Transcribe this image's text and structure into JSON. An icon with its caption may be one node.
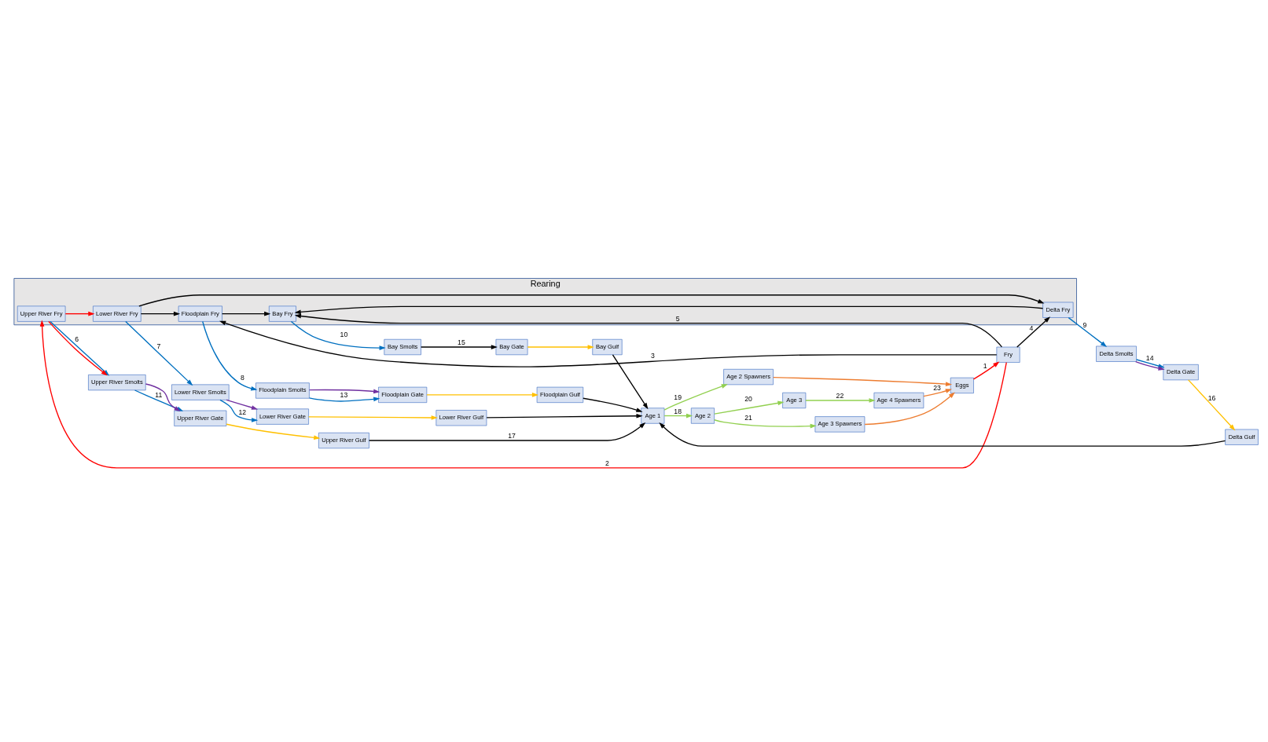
{
  "diagram": {
    "nodes": [
      {
        "text": [
          "Rearing"
        ]
      },
      {
        "text": [
          "Upper River Fry"
        ],
        "in": 0
      },
      {
        "text": [
          "Lower River Fry"
        ],
        "in": 0
      },
      {
        "text": [
          "Floodplain Fry"
        ],
        "in": 0
      },
      {
        "text": [
          "Delta Fry"
        ],
        "in": 0
      },
      {
        "text": [
          "Bay Fry"
        ],
        "in": 0
      },
      {
        "text": [
          "Fry"
        ]
      },
      {
        "text": [
          "Eggs"
        ]
      },
      {
        "text": [
          "Upper River Smolts"
        ]
      },
      {
        "text": [
          "Lower River Smolts"
        ]
      },
      {
        "text": [
          "Floodplain Smolts"
        ]
      },
      {
        "text": [
          "Delta Smolts"
        ]
      },
      {
        "text": [
          "Bay Smolts"
        ]
      },
      {
        "text": [
          "Upper River Gate"
        ]
      },
      {
        "text": [
          "Lower River Gate"
        ]
      },
      {
        "text": [
          "Floodplain Gate"
        ]
      },
      {
        "text": [
          "Delta Gate"
        ]
      },
      {
        "text": [
          "Bay Gate"
        ]
      },
      {
        "text": [
          "Upper River Gulf"
        ]
      },
      {
        "text": [
          "Lower River Gulf"
        ]
      },
      {
        "text": [
          "Floodplain Gulf"
        ]
      },
      {
        "text": [
          "Delta Gulf"
        ]
      },
      {
        "text": [
          "Bay Gulf"
        ]
      },
      {
        "text": [
          "Age 1"
        ]
      },
      {
        "text": [
          "Age 2 Spawners"
        ]
      },
      {
        "text": [
          "Age 2"
        ]
      },
      {
        "text": [
          "Age 3 Spawners"
        ]
      },
      {
        "text": [
          "Age 3"
        ]
      },
      {
        "text": [
          "Age 4 Spawners"
        ]
      }
    ],
    "edges": [
      {
        "from": 7,
        "to": 6,
        "arrow": "to",
        "label": "1",
        "color": "#ff0000"
      },
      {
        "from": 6,
        "to": 1,
        "arrow": "to",
        "label": "2",
        "color": "#ff0000"
      },
      {
        "from": 6,
        "to": 3,
        "arrow": "to",
        "label": "3"
      },
      {
        "from": 6,
        "to": 4,
        "arrow": "to",
        "label": "4"
      },
      {
        "from": 6,
        "to": 5,
        "arrow": "to",
        "label": "5"
      },
      {
        "from": 1,
        "to": 2,
        "arrow": "to",
        "color": "#ff0000"
      },
      {
        "from": 2,
        "to": 3,
        "arrow": "to"
      },
      {
        "from": 2,
        "to": 4,
        "arrow": "to"
      },
      {
        "from": 3,
        "to": 5,
        "arrow": "to"
      },
      {
        "from": 4,
        "to": 5,
        "arrow": "to"
      },
      {
        "from": 1,
        "to": 8,
        "arrow": "to",
        "label": "6",
        "color": "#0070c0"
      },
      {
        "from": 1,
        "to": 8,
        "arrow": "to",
        "color": "#ff0000"
      },
      {
        "from": 2,
        "to": 9,
        "arrow": "to",
        "label": "7",
        "color": "#0070c0"
      },
      {
        "from": 3,
        "to": 10,
        "arrow": "to",
        "label": "8",
        "color": "#0070c0"
      },
      {
        "from": 4,
        "to": 11,
        "arrow": "to",
        "label": "9",
        "color": "#0070c0"
      },
      {
        "from": 5,
        "to": 12,
        "arrow": "to",
        "label": "10",
        "color": "#0070c0"
      },
      {
        "from": 8,
        "to": 13,
        "arrow": "to",
        "label": "11",
        "color": "#0070c0"
      },
      {
        "from": 8,
        "to": 13,
        "arrow": "to",
        "color": "#7030a0"
      },
      {
        "from": 9,
        "to": 14,
        "arrow": "to",
        "label": "12",
        "color": "#0070c0"
      },
      {
        "from": 9,
        "to": 14,
        "arrow": "to",
        "color": "#7030a0"
      },
      {
        "from": 10,
        "to": 15,
        "arrow": "to",
        "label": "13",
        "color": "#0070c0"
      },
      {
        "from": 10,
        "to": 15,
        "arrow": "to",
        "color": "#7030a0"
      },
      {
        "from": 11,
        "to": 16,
        "arrow": "to",
        "label": "14",
        "color": "#0070c0"
      },
      {
        "from": 11,
        "to": 16,
        "arrow": "to",
        "color": "#7030a0"
      },
      {
        "from": 12,
        "to": 17,
        "arrow": "to",
        "label": "15"
      },
      {
        "from": 13,
        "to": 18,
        "arrow": "to",
        "color": "#ffc000"
      },
      {
        "from": 14,
        "to": 19,
        "arrow": "to",
        "color": "#ffc000"
      },
      {
        "from": 15,
        "to": 20,
        "arrow": "to",
        "color": "#ffc000"
      },
      {
        "from": 16,
        "to": 21,
        "arrow": "to",
        "label": "16",
        "color": "#ffc000"
      },
      {
        "from": 17,
        "to": 22,
        "arrow": "to",
        "color": "#ffc000"
      },
      {
        "from": 18,
        "to": 23,
        "arrow": "to",
        "label": "17"
      },
      {
        "from": 19,
        "to": 23,
        "arrow": "to"
      },
      {
        "from": 20,
        "to": 23,
        "arrow": "to"
      },
      {
        "from": 21,
        "to": 23,
        "arrow": "to"
      },
      {
        "from": 22,
        "to": 23,
        "arrow": "to"
      },
      {
        "from": 23,
        "to": 25,
        "arrow": "to",
        "label": "18",
        "color": "#92d050"
      },
      {
        "from": 23,
        "to": 24,
        "arrow": "to",
        "label": "19",
        "color": "#92d050"
      },
      {
        "from": 25,
        "to": 27,
        "arrow": "to",
        "label": "20",
        "color": "#92d050"
      },
      {
        "from": 25,
        "to": 26,
        "arrow": "to",
        "label": "21",
        "color": "#92d050"
      },
      {
        "from": 27,
        "to": 28,
        "arrow": "to",
        "label": "22",
        "color": "#92d050"
      },
      {
        "from": 24,
        "to": 7,
        "arrow": "to",
        "color": "#ed7d31"
      },
      {
        "from": 26,
        "to": 7,
        "arrow": "to",
        "color": "#ed7d31"
      },
      {
        "from": 28,
        "to": 7,
        "arrow": "to",
        "label": "23",
        "color": "#ed7d31"
      }
    ]
  }
}
